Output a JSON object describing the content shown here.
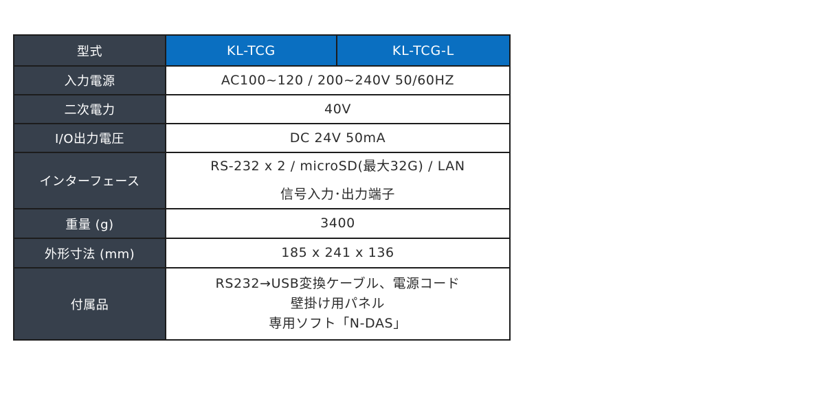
{
  "table": {
    "header": {
      "label": "型式",
      "models": [
        "KL-TCG",
        "KL-TCG-L"
      ]
    },
    "rows": [
      {
        "label": "入力電源",
        "values": [
          "AC100~120 / 200~240V  50/60HZ"
        ]
      },
      {
        "label": "二次電力",
        "values": [
          "40V"
        ]
      },
      {
        "label": "I/O出力電圧",
        "values": [
          "DC 24V 50mA"
        ]
      },
      {
        "label": "インターフェース",
        "values": [
          "RS-232 x 2 / microSD(最大32G) / LAN",
          "信号入力･出力端子"
        ]
      },
      {
        "label": "重量 (g)",
        "values": [
          "3400"
        ]
      },
      {
        "label": "外形寸法 (mm)",
        "values": [
          "185 x 241 x 136"
        ]
      },
      {
        "label": "付属品",
        "values": [
          "RS232→USB変換ケーブル、電源コード",
          "壁掛け用パネル",
          "専用ソフト「N-DAS」"
        ]
      }
    ]
  },
  "colors": {
    "header_bg": "#37404c",
    "model_bg": "#0a6fc1",
    "border": "#1c1c1c"
  }
}
